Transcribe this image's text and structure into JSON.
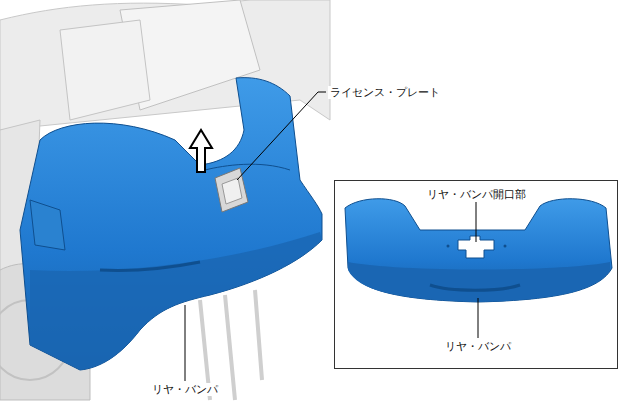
{
  "diagram": {
    "labels": [
      "ライセンス・プレート",
      "リヤ・バンパ開口部",
      "リヤ・バンパ",
      "リヤ・バンパ"
    ]
  }
}
